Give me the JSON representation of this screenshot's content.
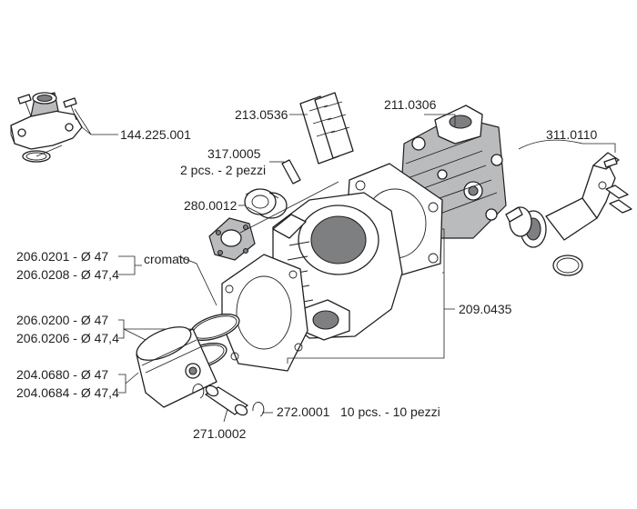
{
  "labels": {
    "p144": "144.225.001",
    "p213": "213.0536",
    "p211": "211.0306",
    "p311": "311.0110",
    "p317": "317.0005",
    "p317_qty": "2 pcs. - 2 pezzi",
    "p280": "280.0012",
    "p206_0201": "206.0201 - Ø 47",
    "cromato": "cromato",
    "p206_0208": "206.0208 - Ø 47,4",
    "p206_0200": "206.0200 - Ø 47",
    "p206_0206": "206.0206 - Ø 47,4",
    "p209": "209.0435",
    "p204_0680": "204.0680 - Ø 47",
    "p204_0684": "204.0684 - Ø 47,4",
    "p272": "272.0001",
    "p272_qty": "10 pcs. - 10 pezzi",
    "p271": "271.0002"
  },
  "colors": {
    "ink": "#231f20",
    "metal": "#b9bbbd",
    "dark_metal": "#7d7f81"
  }
}
